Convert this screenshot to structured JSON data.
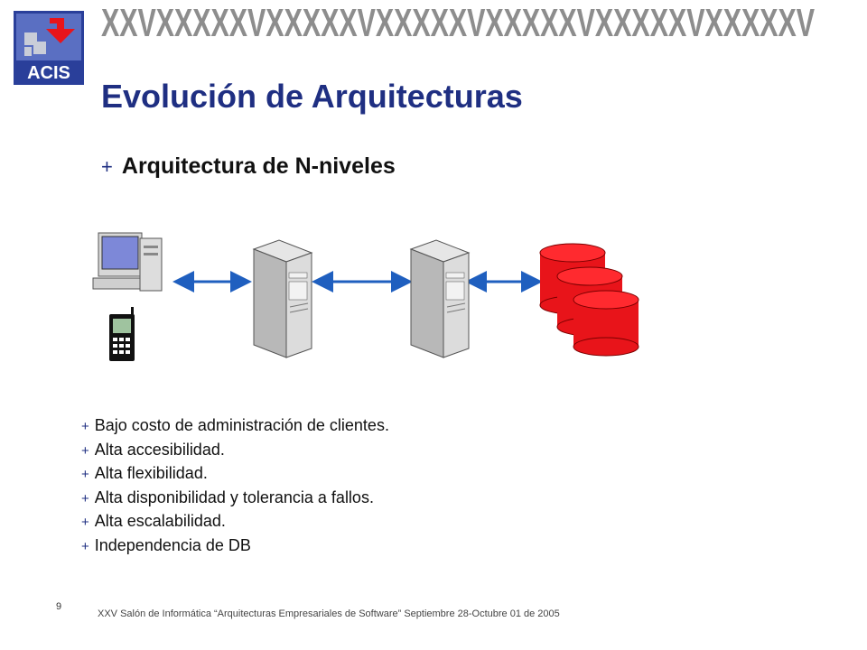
{
  "header": {
    "logo_text": "ACIS",
    "banner_text": "XXVXXXXXVXXXXXVXXXXXVXXXXXVXXXXXVXXXXXV"
  },
  "slide": {
    "title": "Evolución de Arquitecturas",
    "subtitle": "Arquitectura de N-niveles",
    "bullet_symbol": "+",
    "bullets": [
      "Bajo costo de administración de clientes.",
      "Alta accesibilidad.",
      "Alta flexibilidad.",
      "Alta disponibilidad  y tolerancia a fallos.",
      "Alta escalabilidad.",
      "Independencia  de DB"
    ]
  },
  "diagram": {
    "icons": [
      "desktop-computer-icon",
      "mobile-phone-icon",
      "server-icon",
      "server-icon",
      "database-stack-icon"
    ],
    "arrow_color": "#1f5fbf",
    "database_color": "#e8141a"
  },
  "footer": {
    "page_number": "9",
    "text": "XXV  Salón de Informática “Arquitecturas Empresariales de Software” Septiembre 28-Octubre 01 de 2005"
  },
  "colors": {
    "title": "#1f2f82",
    "logo_blue": "#2a3f9a",
    "logo_red": "#e8141a"
  }
}
